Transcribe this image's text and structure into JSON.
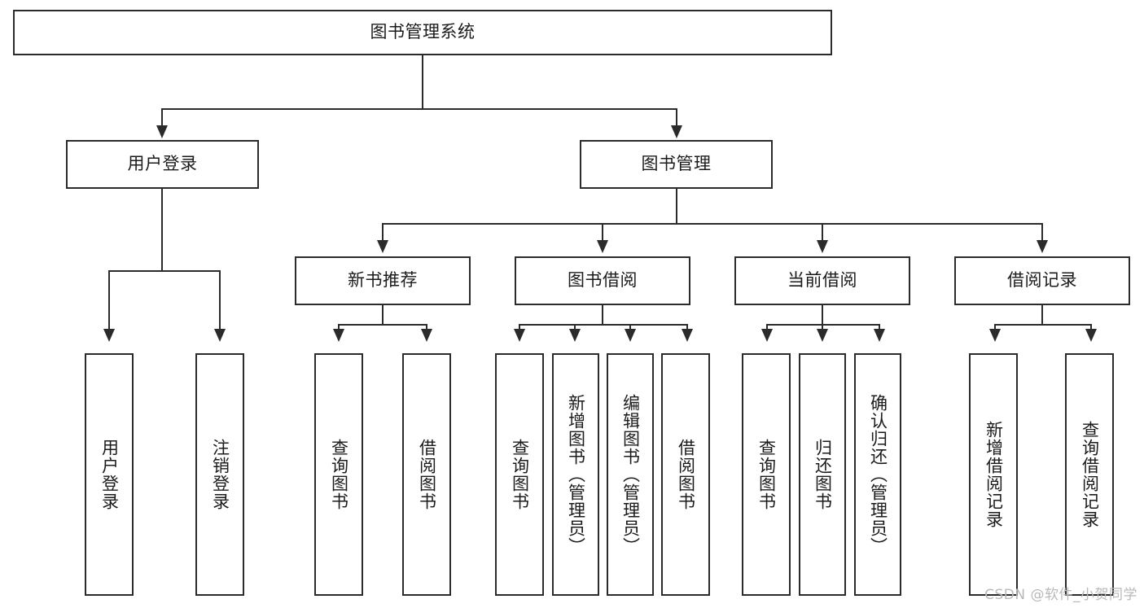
{
  "diagram": {
    "title": "图书管理系统",
    "watermark": "CSDN @软件_小贺同学",
    "colors": {
      "stroke": "#2b2b2b",
      "fill": "#ffffff",
      "text": "#1b1b1b",
      "watermark": "#b9b9b9"
    },
    "levels": {
      "root": {
        "label": "图书管理系统"
      },
      "level2": [
        {
          "label": "用户登录"
        },
        {
          "label": "图书管理"
        }
      ],
      "level3": [
        {
          "label": "新书推荐"
        },
        {
          "label": "图书借阅"
        },
        {
          "label": "当前借阅"
        },
        {
          "label": "借阅记录"
        }
      ],
      "leaves": {
        "user_login": [
          {
            "label": "用户登录"
          },
          {
            "label": "注销登录"
          }
        ],
        "new_book_recommend": [
          {
            "label": "查询图书"
          },
          {
            "label": "借阅图书"
          }
        ],
        "book_borrow": [
          {
            "label": "查询图书"
          },
          {
            "label": "新增图书（管理员）"
          },
          {
            "label": "编辑图书（管理员）"
          },
          {
            "label": "借阅图书"
          }
        ],
        "current_borrow": [
          {
            "label": "查询图书"
          },
          {
            "label": "归还图书"
          },
          {
            "label": "确认归还（管理员）"
          }
        ],
        "borrow_record": [
          {
            "label": "新增借阅记录"
          },
          {
            "label": "查询借阅记录"
          }
        ]
      }
    }
  }
}
